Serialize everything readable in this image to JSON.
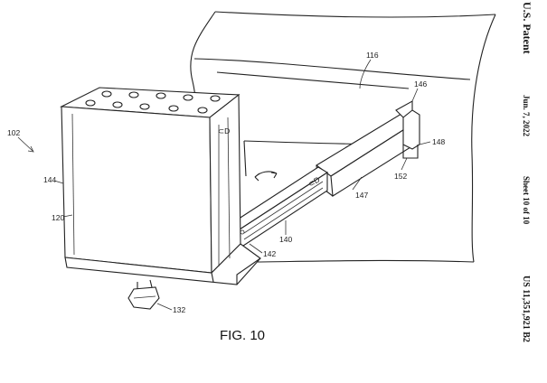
{
  "header": {
    "publication": "U.S. Patent",
    "date": "Jun. 7, 2022",
    "sheet": "Sheet 10 of 10",
    "patent_number": "US 11,351,921 B2"
  },
  "figure": {
    "caption": "FIG. 10",
    "device_label": "⊂D",
    "slide_label": "⊂D",
    "refs": {
      "r102": "102",
      "r144": "144",
      "r120": "120",
      "r116": "116",
      "r146": "146",
      "r148": "148",
      "r152": "152",
      "r147": "147",
      "r140": "140",
      "r142": "142",
      "r132": "132"
    }
  }
}
